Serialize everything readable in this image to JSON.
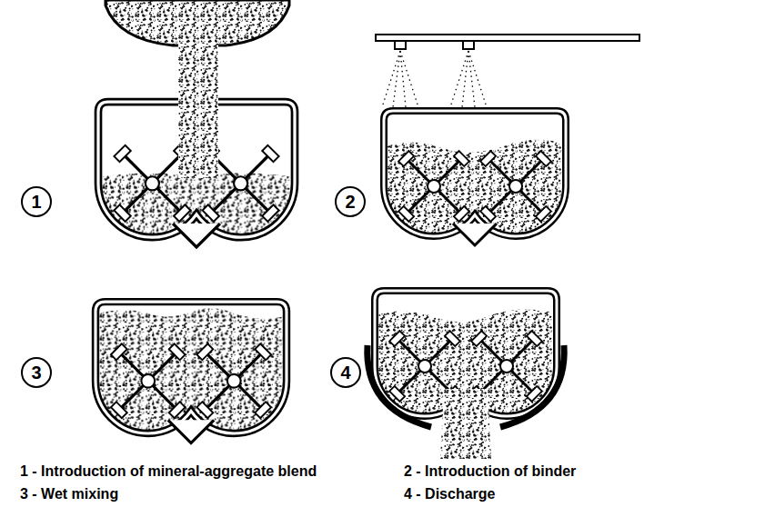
{
  "diagram": {
    "nodes": [
      {
        "text": [
          "1"
        ]
      },
      {
        "text": [
          "2"
        ]
      },
      {
        "text": [
          "3"
        ]
      },
      {
        "text": [
          "4"
        ]
      }
    ],
    "labels": [
      "1 - Introduction of mineral-aggregate blend",
      "2 - Introduction of binder",
      "3 - Wet mixing",
      "4 - Discharge"
    ]
  }
}
